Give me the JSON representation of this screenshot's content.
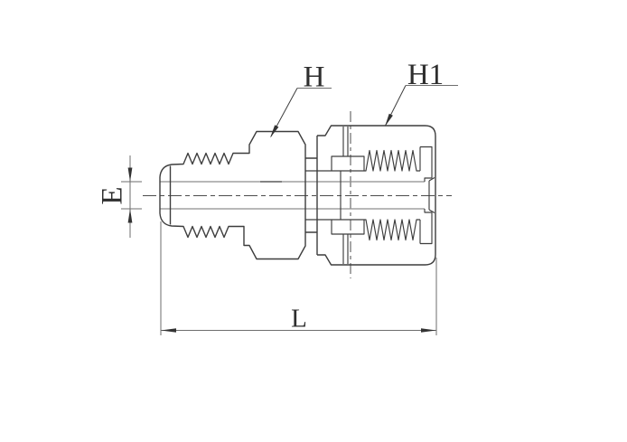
{
  "drawing": {
    "type": "technical-drawing",
    "subject": "male-connector-tube-fitting-section-view",
    "part_labels": {
      "hex": "H",
      "nut": "H1"
    },
    "dimension_labels": {
      "bore": "E",
      "length": "L"
    },
    "colors": {
      "background": "#ffffff",
      "outline": "#3d3d3d",
      "detail": "#3d3d3d",
      "bore_line": "#8e8e8e",
      "centerline": "#4d4d4d",
      "dimension": "#6e6e6e",
      "arrow": "#333333",
      "label_text": "#2e2e2e"
    }
  }
}
